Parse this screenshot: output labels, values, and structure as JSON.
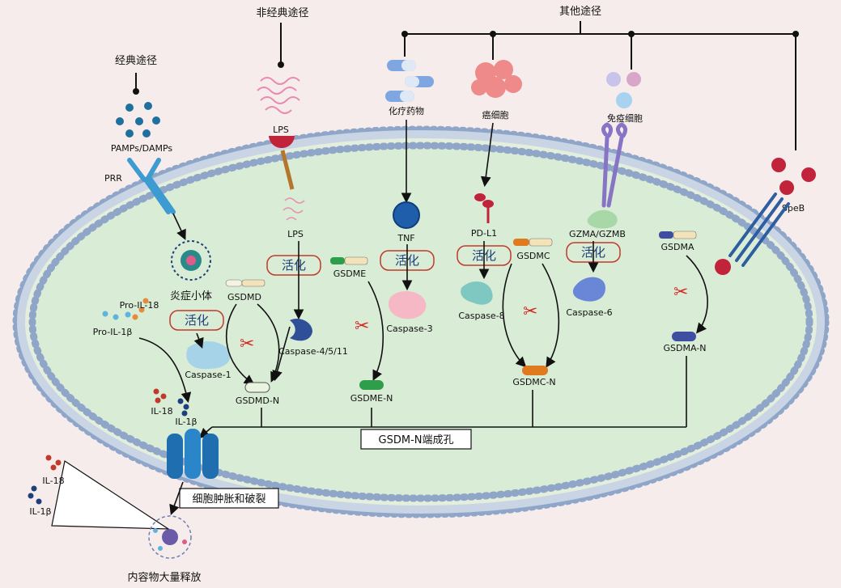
{
  "pathways": {
    "canonical": "经典途径",
    "noncanonical": "非经典途径",
    "other": "其他途径"
  },
  "labels": {
    "pamps": "PAMPs/DAMPs",
    "prr": "PRR",
    "inflammasome": "炎症小体",
    "pro_il18": "Pro-IL-18",
    "pro_il1b": "Pro-IL-1β",
    "il18": "IL-18",
    "il1b": "IL-1β",
    "caspase1": "Caspase-1",
    "gsdmd": "GSDMD",
    "gsdmd_n": "GSDMD-N",
    "lps_outer": "LPS",
    "lps_inner": "LPS",
    "caspase_4511": "Caspase-4/5/11",
    "gsdme": "GSDME",
    "gsdme_n": "GSDME-N",
    "chemo": "化疗药物",
    "tnf": "TNF",
    "caspase3": "Caspase-3",
    "cancer": "癌细胞",
    "pdl1": "PD-L1",
    "gsdmc": "GSDMC",
    "caspase8": "Caspase-8",
    "gsdmc_n": "GSDMC-N",
    "immune": "免疫细胞",
    "gzma": "GZMA/GZMB",
    "caspase6": "Caspase-6",
    "speb": "SpeB",
    "gsdma": "GSDMA",
    "gsdma_n": "GSDMA-N",
    "activate": "活化",
    "pore": "GSDM-N端成孔",
    "swelling": "细胞肿胀和破裂",
    "release": "内容物大量释放",
    "out_il18": "IL-18",
    "out_il1b": "IL-1β"
  },
  "colors": {
    "background": "#f6ecec",
    "cytoplasm": "#dcefd9",
    "membrane_head": "#8fa6c9",
    "arrow": "#111111",
    "activate_border": "#c0392b",
    "scissors": "#d62828"
  }
}
